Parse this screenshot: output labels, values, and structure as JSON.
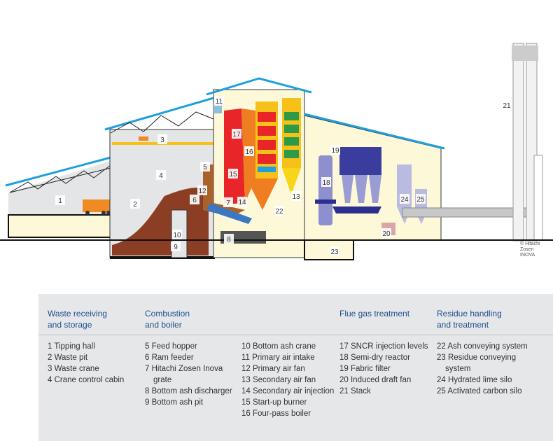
{
  "diagram": {
    "labels": [
      "1",
      "2",
      "3",
      "4",
      "5",
      "6",
      "7",
      "8",
      "9",
      "10",
      "11",
      "12",
      "13",
      "14",
      "15",
      "16",
      "17",
      "18",
      "19",
      "20",
      "21",
      "22",
      "23",
      "24",
      "25"
    ],
    "copyright": {
      "symbol": "©",
      "line1": "Hitachi Zosen",
      "line2": "INOVA"
    }
  },
  "colors": {
    "roof": "#1e9fe0",
    "building": "#fdf8d8",
    "furnace": "#e8262a",
    "pass": "#ef7d22",
    "filter": "#2c2f8e",
    "header": "#1d4f8f"
  },
  "legend": {
    "groups": [
      {
        "heading_line1": "Waste receiving",
        "heading_line2": "and storage",
        "items": [
          "1  Tipping hall",
          "2  Waste pit",
          "3  Waste crane",
          "4  Crane control cabin"
        ]
      },
      {
        "heading_line1": "Combustion",
        "heading_line2": "and boiler",
        "items": [
          "5  Feed hopper",
          "6  Ram feeder",
          "7  Hitachi Zosen Inova grate",
          "8  Bottom ash discharger",
          "9  Bottom ash pit"
        ],
        "items2": [
          "10 Bottom ash crane",
          "11  Primary air intake",
          "12  Primary air fan",
          "13  Secondary air fan",
          "14  Secondary air injection",
          "15  Start-up burner",
          "16  Four-pass boiler"
        ]
      },
      {
        "heading_line1": "Flue gas treatment",
        "heading_line2": "",
        "items": [
          "17  SNCR injection levels",
          "18  Semi-dry reactor",
          "19  Fabric filter",
          "20 Induced draft fan",
          "21  Stack"
        ]
      },
      {
        "heading_line1": "Residue handling",
        "heading_line2": "and treatment",
        "items": [
          "22 Ash conveying system",
          "23 Residue conveying system",
          "24 Hydrated lime silo",
          "25 Activated carbon silo"
        ]
      }
    ]
  }
}
